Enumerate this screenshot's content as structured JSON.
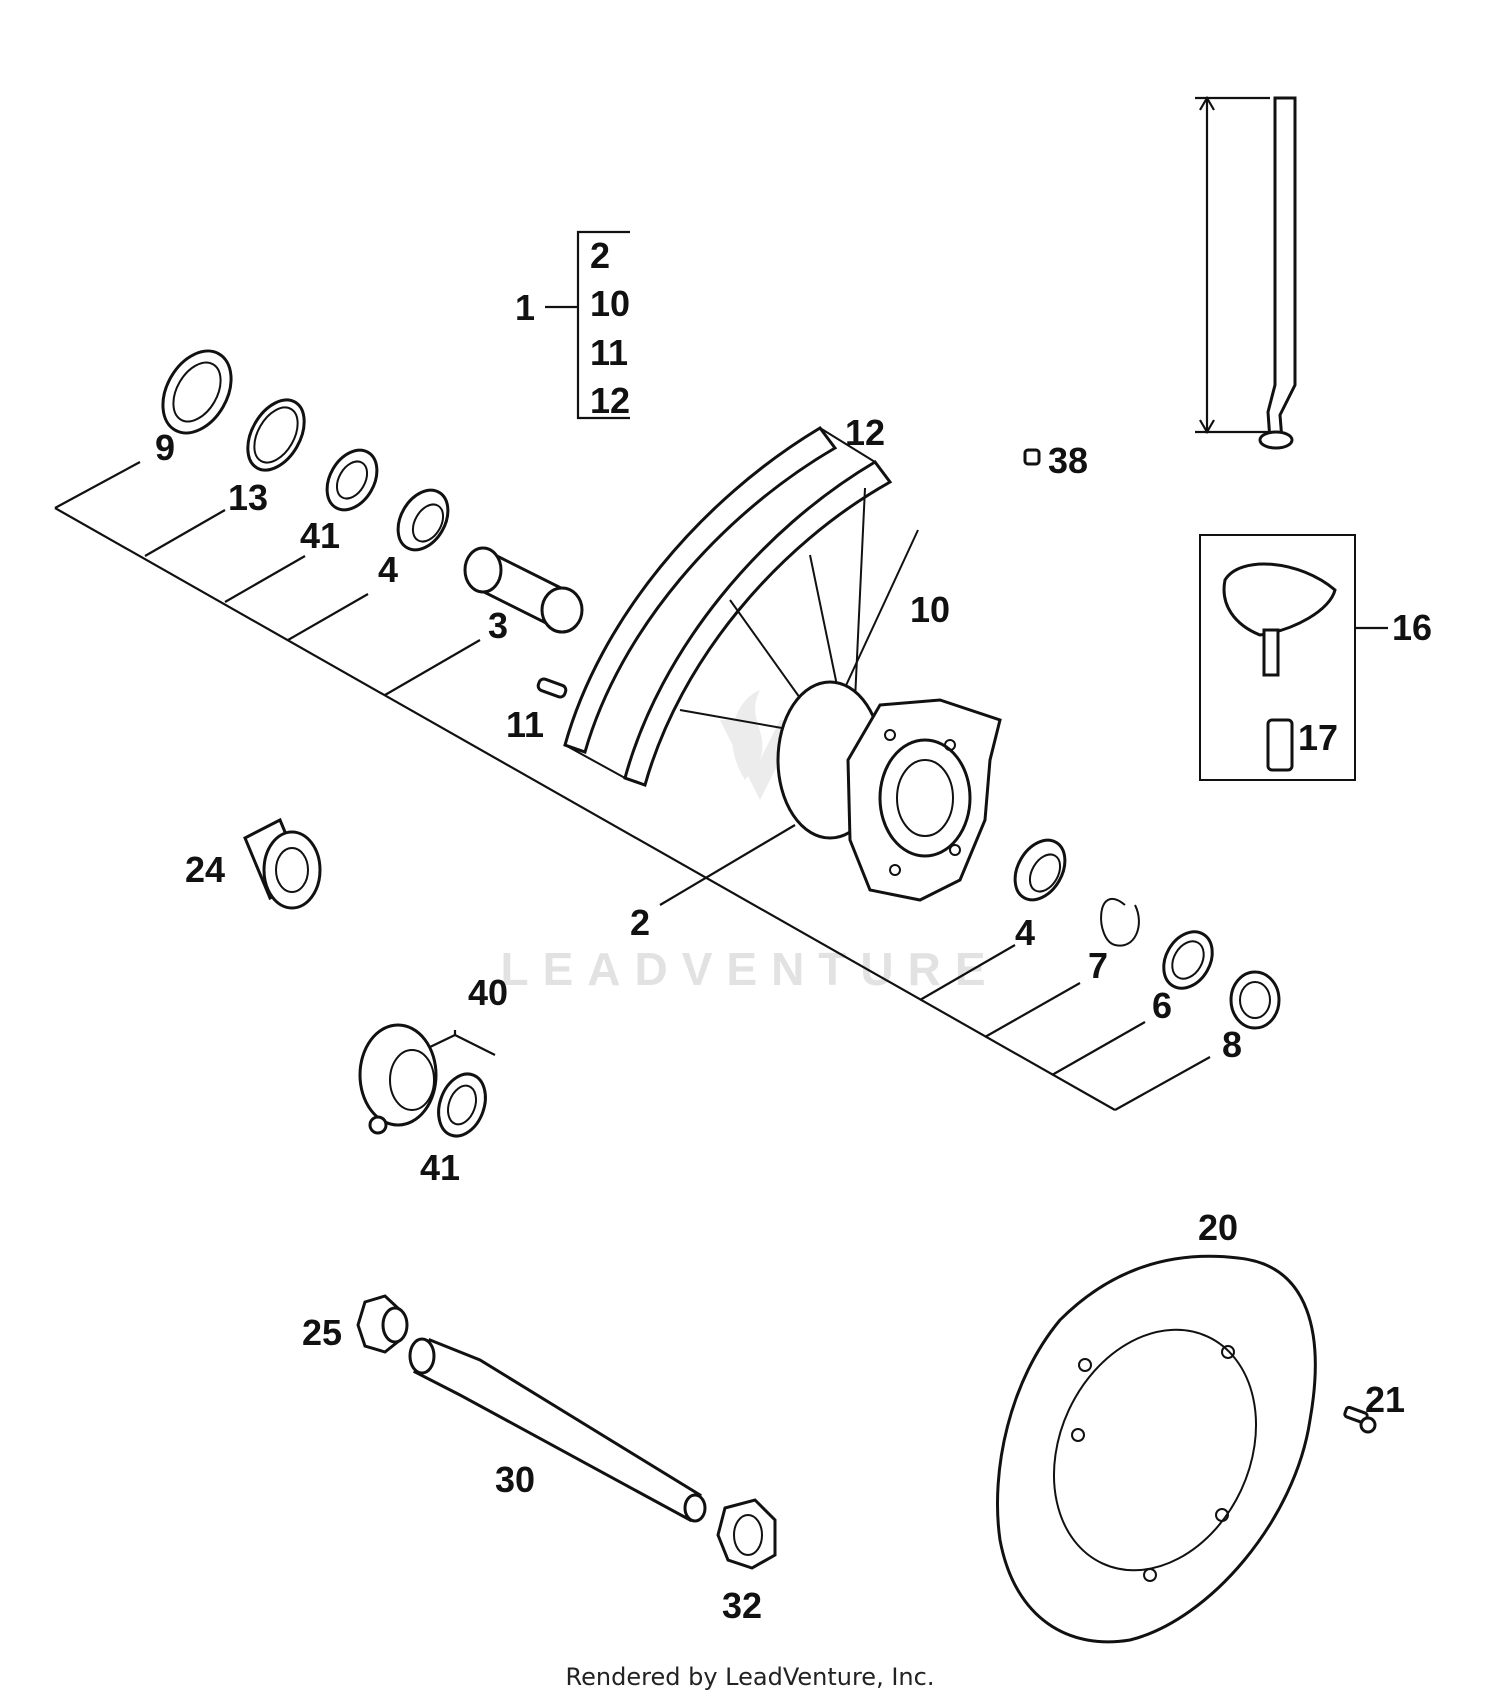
{
  "watermark": "LEADVENTURE",
  "footer": "Rendered by LeadVenture, Inc.",
  "assembly_group": {
    "label": "1",
    "members": [
      "2",
      "10",
      "11",
      "12"
    ]
  },
  "labels": {
    "p9": "9",
    "p13": "13",
    "p41a": "41",
    "p4a": "4",
    "p3": "3",
    "p11": "11",
    "p12": "12",
    "p10": "10",
    "p38": "38",
    "p16": "16",
    "p17": "17",
    "p24": "24",
    "p2": "2",
    "p4b": "4",
    "p7": "7",
    "p6": "6",
    "p8": "8",
    "p40": "40",
    "p41b": "41",
    "p20": "20",
    "p25": "25",
    "p30": "30",
    "p21": "21",
    "p32": "32"
  }
}
